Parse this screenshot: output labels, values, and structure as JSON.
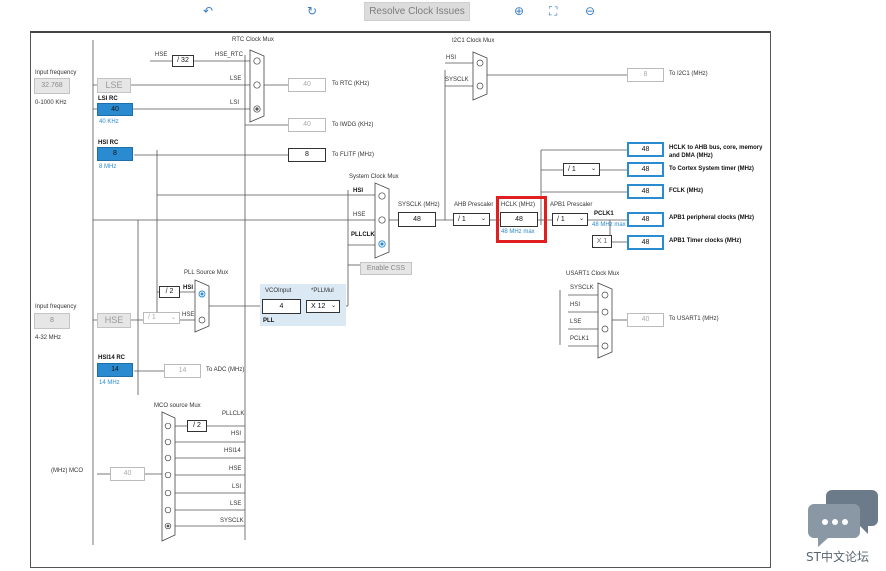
{
  "toolbar": {
    "resolve_label": "Resolve Clock Issues"
  },
  "icons": [
    "undo-icon",
    "refresh-icon",
    "zoom-in-icon",
    "fit-screen-icon",
    "zoom-out-icon",
    "chat-bubble-icon"
  ],
  "rtc": {
    "title": "RTC Clock Mux",
    "hse_label": "HSE",
    "div32": "/ 32",
    "hse_rtc": "HSE_RTC",
    "lse": "LSE",
    "lsi": "LSI",
    "rtc_value": "40",
    "rtc_dest": "To RTC (KHz)",
    "iwdg_value": "40",
    "iwdg_dest": "To IWDG (KHz)"
  },
  "lse_src": {
    "caption": "Input frequency",
    "value": "32.768",
    "range": "0-1000 KHz",
    "label": "LSE"
  },
  "lsi_rc": {
    "title": "LSI RC",
    "value": "40",
    "freq": "40 KHz"
  },
  "hsi_rc": {
    "title": "HSI RC",
    "value": "8",
    "freq": "8 MHz",
    "flitf_value": "8",
    "flitf_dest": "To FLITF (MHz)"
  },
  "sysmux": {
    "title": "System Clock Mux",
    "hsi": "HSI",
    "hse": "HSE",
    "pllclk": "PLLCLK",
    "enable_css": "Enable CSS"
  },
  "sysclk": {
    "label": "SYSCLK (MHz)",
    "value": "48"
  },
  "ahb": {
    "label": "AHB Prescaler",
    "value": "/ 1"
  },
  "hclk": {
    "label": "HCLK (MHz)",
    "value": "48",
    "max": "48 MHz max"
  },
  "apb1": {
    "label": "APB1 Prescaler",
    "value": "/ 1",
    "pclk1": "PCLK1",
    "max": "48 MHz max",
    "x1": "X 1"
  },
  "outputs": [
    {
      "value": "48",
      "dest": "HCLK to AHB bus, core, memory and DMA (MHz)"
    },
    {
      "value": "48",
      "dest": "To Cortex System timer (MHz)",
      "div": "/ 1"
    },
    {
      "value": "48",
      "dest": "FCLK (MHz)"
    },
    {
      "value": "48",
      "dest": "APB1 peripheral clocks (MHz)"
    },
    {
      "value": "48",
      "dest": "APB1 Timer clocks (MHz)"
    }
  ],
  "i2c1": {
    "title": "I2C1 Clock Mux",
    "hsi": "HSI",
    "sysclk": "SYSCLK",
    "value": "8",
    "dest": "To I2C1 (MHz)"
  },
  "pll": {
    "src_title": "PLL Source Mux",
    "hsi": "HSI",
    "hse": "HSE",
    "div2": "/ 2",
    "hse_div": "/ 1",
    "vco_label": "VCOInput",
    "vco_value": "4",
    "mul_label": "*PLLMul",
    "mul_value": "X 12",
    "pll_label": "PLL"
  },
  "hse_src": {
    "caption": "Input frequency",
    "value": "8",
    "range": "4-32 MHz",
    "label": "HSE"
  },
  "usart1": {
    "title": "USART1 Clock Mux",
    "sysclk": "SYSCLK",
    "hsi": "HSI",
    "lse": "LSE",
    "pclk1": "PCLK1",
    "value": "40",
    "dest": "To USART1 (MHz)"
  },
  "hsi14": {
    "title": "HSI14 RC",
    "value": "14",
    "freq": "14 MHz",
    "adc_value": "14",
    "adc_dest": "To ADC (MHz)"
  },
  "mco": {
    "title": "MCO source Mux",
    "label": "(MHz) MCO",
    "value": "40",
    "div2": "/ 2",
    "inputs": [
      "PLLCLK",
      "HSI",
      "HSI14",
      "HSE",
      "LSI",
      "LSE",
      "SYSCLK"
    ]
  },
  "forum": {
    "label": "ST中文论坛"
  }
}
